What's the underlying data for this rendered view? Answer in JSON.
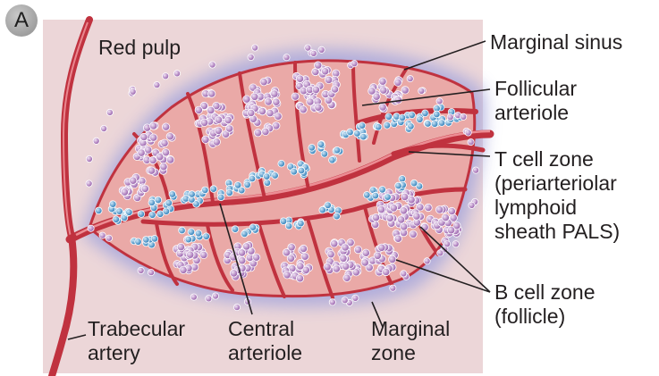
{
  "panel_letter": "A",
  "labels": {
    "red_pulp": "Red pulp",
    "marginal_sinus": "Marginal sinus",
    "follicular_arteriole": [
      "Follicular",
      "arteriole"
    ],
    "t_cell_zone": [
      "T cell zone",
      "(periarteriolar",
      "lymphoid",
      "sheath PALS)"
    ],
    "b_cell_zone": [
      "B cell zone",
      "(follicle)"
    ],
    "trabecular_artery": [
      "Trabecular",
      "artery"
    ],
    "central_arteriole": [
      "Central",
      "arteriole"
    ],
    "marginal_zone": [
      "Marginal",
      "zone"
    ]
  },
  "colors": {
    "background": "#ecd6d8",
    "vessel": "#c0323f",
    "pulp": "#e9a8a6",
    "marginal_zone_halo": "#b5b4e0",
    "b_cell": "#b784c6",
    "t_cell": "#4d9bd1"
  }
}
